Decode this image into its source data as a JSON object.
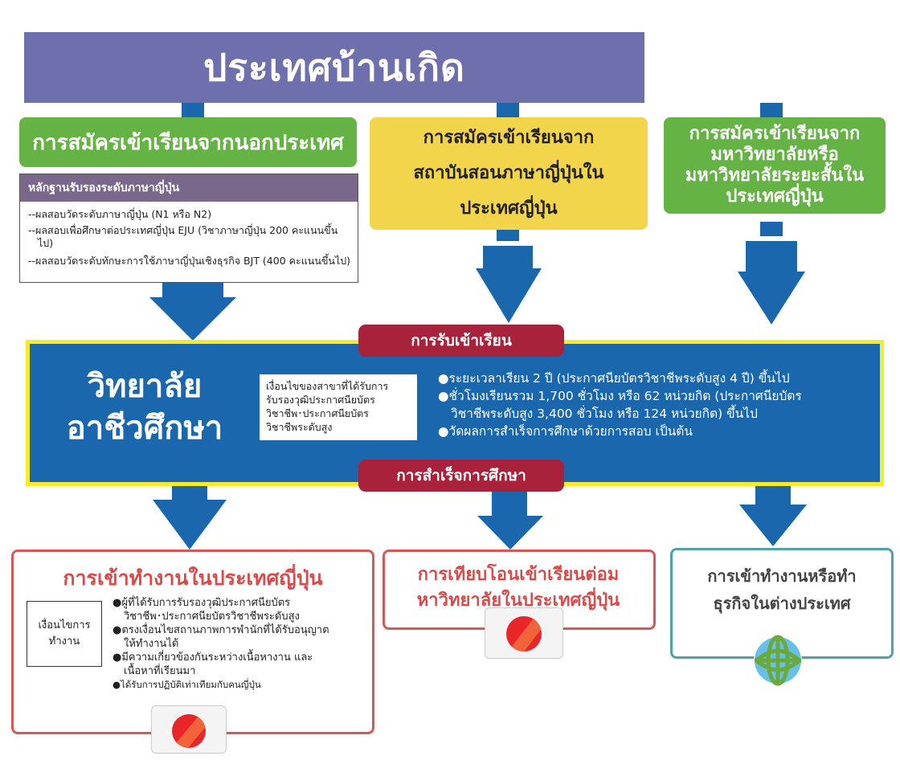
{
  "header": {
    "title": "ประเทศบ้านเกิด"
  },
  "paths": {
    "overseas": "การสมัครเข้าเรียนจากนอกประเทศ",
    "language_school": [
      "การสมัครเข้าเรียนจาก",
      "สถาบันสอนภาษาญี่ปุ่นใน",
      "ประเทศญี่ปุ่น"
    ],
    "university": [
      "การสมัครเข้าเรียนจาก",
      "มหาวิทยาลัยหรือ",
      "มหาวิทยาลัยระยะสั้นใน",
      "ประเทศญี่ปุ่น"
    ]
  },
  "certification": {
    "heading": "หลักฐานรับรองระดับภาษาญี่ปุ่น",
    "items": [
      "--ผลสอบวัดระดับภาษาญี่ปุ่น (N1 หรือ N2)",
      "--ผลสอบเพื่อศึกษาต่อประเทศญี่ปุ่น EJU (วิชาภาษาญี่ปุ่น 200 คะแนนขึ้น",
      "ไป)",
      "--ผลสอบวัดระดับทักษะการใช้ภาษาญี่ปุ่นเชิงธุรกิจ BJT (400 คะแนนขึ้นไป)"
    ]
  },
  "admission_label": "การรับเข้าเรียน",
  "graduation_label": "การสำเร็จการศึกษา",
  "college": {
    "name_line1": "วิทยาลัย",
    "name_line2": "อาชีวศึกษา",
    "condition": [
      "เงื่อนไขของสาขาที่ได้รับการ",
      "รับรองวุฒิประกาศนียบัตร",
      "วิชาชีพ･ประกาศนียบัตร",
      "วิชาชีพระดับสูง"
    ],
    "requirements": [
      "●ระยะเวลาเรียน 2 ปี (ประกาศนียบัตรวิชาชีพระดับสูง 4 ปี) ขึ้นไป",
      "●ชั่วโมงเรียนรวม 1,700 ชั่วโมง หรือ 62 หน่วยกิต (ประกาศนียบัตร",
      "วิชาชีพระดับสูง 3,400 ชั่วโมง หรือ 124 หน่วยกิต) ขึ้นไป",
      "●วัดผลการสำเร็จการศึกษาด้วยการสอบ เป็นต้น"
    ]
  },
  "outcomes": {
    "japan_work": {
      "title": "การเข้าทำงานในประเทศญี่ปุ่น",
      "condition_label": [
        "เงื่อนไขการ",
        "ทำงาน"
      ],
      "items": [
        "●ผู้ที่ได้รับการรับรองวุฒิประกาศนียบัตร",
        "วิชาชีพ･ประกาศนียบัตรวิชาชีพระดับสูง",
        "●ตรงเงื่อนไขสถานภาพการพำนักที่ได้รับอนุญาต",
        "ให้ทำงานได้",
        "●มีความเกี่ยวข้องกันระหว่างเนื้อหางาน และ",
        "เนื้อหาที่เรียนมา",
        "●ได้รับการปฏิบัติเท่าเทียมกับคนญี่ปุ่น"
      ]
    },
    "transfer": {
      "title": [
        "การเทียบโอนเข้าเรียนต่อม",
        "หาวิทยาลัยในประเทศญี่ปุ่น"
      ]
    },
    "abroad": {
      "title": [
        "การเข้าทำงานหรือทำ",
        "ธุรกิจในต่างประเทศ"
      ]
    }
  },
  "colors": {
    "title_bar": "#6e70ad",
    "green": "#65b345",
    "yellow": "#f2d54a",
    "blue": "#1b67ad",
    "border_yellow": "#f5ec28",
    "pill_red": "#a8223b",
    "outcome_red": "#d95656",
    "outcome_teal": "#4fa2a6"
  }
}
